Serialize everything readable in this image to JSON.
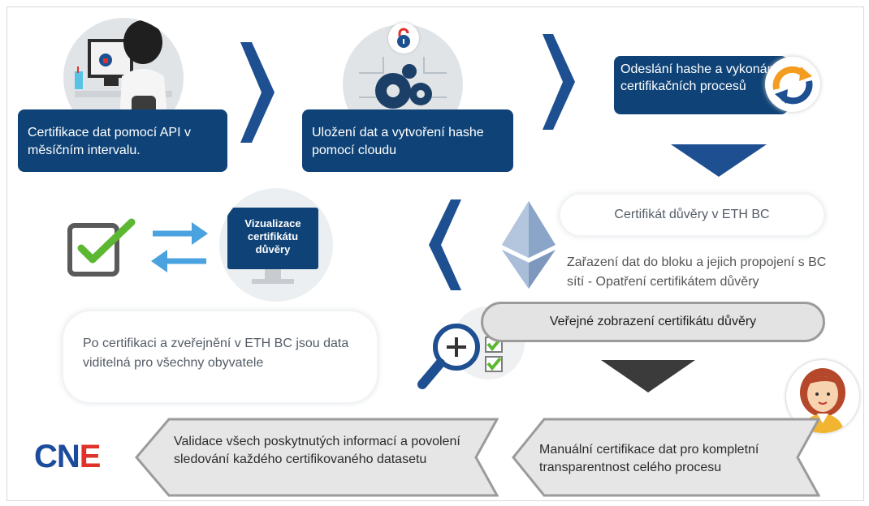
{
  "steps": {
    "step1": "Certifikace dat pomocí API v měsíčním intervalu.",
    "step2": "Uložení dat a vytvoření hashe pomocí cloudu",
    "step3": "Odeslání hashe a vykonání certifikačních procesů",
    "step4_label": "Certifikát důvěry v ETH BC",
    "step4_desc": "Zařazení dat do bloku a jejich propojení s BC sítí - Opatření certifikátem důvěry",
    "step5_label": "Veřejné zobrazení certifikátu důvěry",
    "step6": "Manuální certifikace dat pro kompletní transparentnost celého procesu",
    "step7": "Validace všech poskytnutých informací a povolení sledování každého certifikovaného datasetu",
    "visual_monitor": "Vizualizace certifikátu důvěry",
    "public_note": "Po certifikaci a zveřejnění v ETH BC jsou data viditelná pro všechny obyvatele"
  },
  "logo_text": "CNE",
  "colors": {
    "navy": "#0f4377",
    "arrow": "#1d4f91",
    "gray_arrow": "#3b3b3b",
    "check_green": "#5cb832",
    "swap_blue": "#4aa3df",
    "logo_blue": "#1a4b9c",
    "logo_red": "#e0312b"
  },
  "icons": [
    "person-at-computer-icon",
    "lock-icon",
    "gears-icon",
    "cloud-sync-icon",
    "checkbox-icon",
    "swap-arrows-icon",
    "monitor-icon",
    "ethereum-icon",
    "magnifier-icon",
    "checklist-icon",
    "woman-avatar-icon",
    "cne-logo-icon"
  ]
}
